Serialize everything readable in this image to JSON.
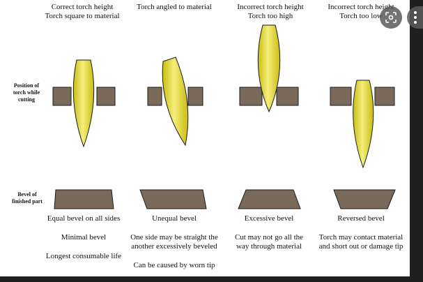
{
  "columns": [
    {
      "title1": "Correct torch height",
      "title2": "Torch square to material",
      "notes": [
        "Equal bevel on all sides",
        "Minimal bevel",
        "Longest consumable life"
      ]
    },
    {
      "title1": "Torch angled to material",
      "title2": "",
      "notes": [
        "Unequal bevel",
        "One side may be straight the",
        "another excessively beveled",
        "Can be caused by worn tip"
      ]
    },
    {
      "title1": "Incorrect torch height",
      "title2": "Torch too high",
      "notes": [
        "Excessive bevel",
        "Cut may not go all the",
        "way through material"
      ]
    },
    {
      "title1": "Incorrect torch height",
      "title2": "Torch too low",
      "notes": [
        "Reversed bevel",
        "Torch may contact material",
        "and short out or damage tip"
      ]
    }
  ],
  "row_labels": {
    "position": [
      "Position of",
      "torch while",
      "cutting"
    ],
    "bevel": [
      "Bevel of",
      "finished part"
    ]
  },
  "colors": {
    "plate": "#7a6a5a",
    "flame": "#e2d62a",
    "flame_light": "#f4ee7a",
    "outline": "#1a1a1a"
  },
  "overlay": {
    "lens_icon": "lens-search-icon",
    "more_icon": "more-vertical-icon"
  }
}
